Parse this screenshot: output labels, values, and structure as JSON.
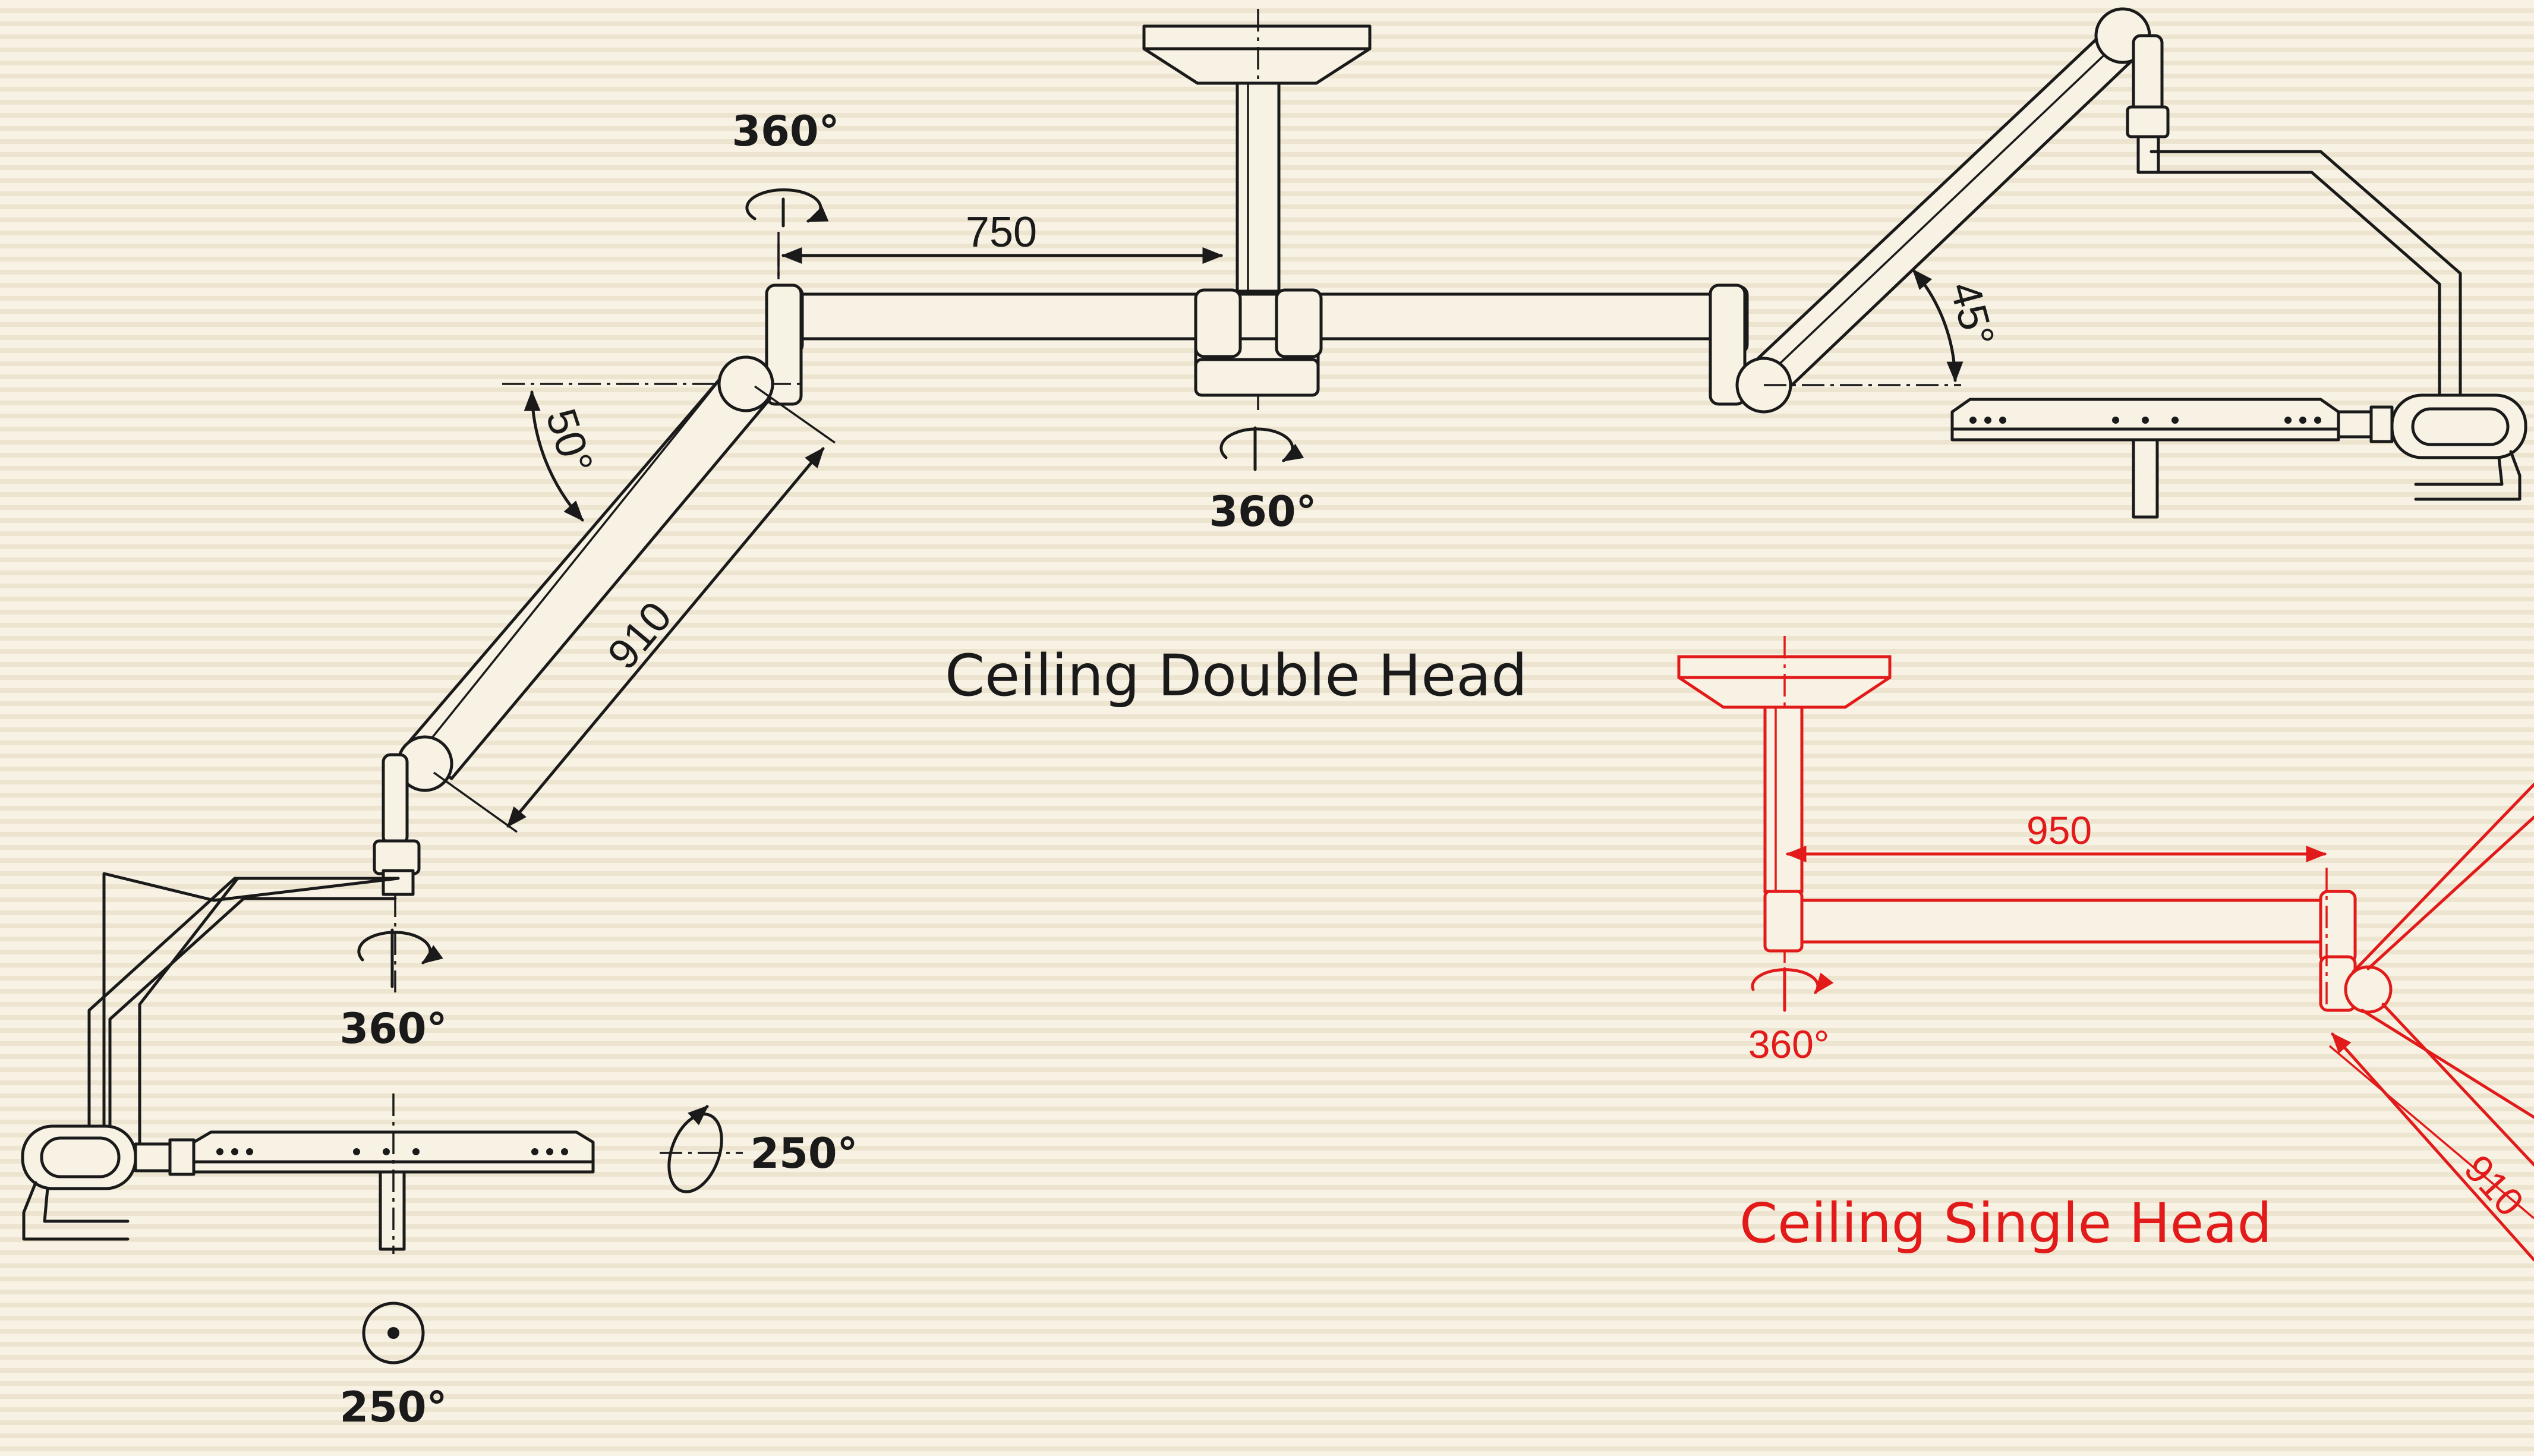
{
  "titles": {
    "double_head": "Ceiling Double Head",
    "single_head": "Ceiling Single Head"
  },
  "dimensions": {
    "double_arm_length": "750",
    "double_spring_arm_length": "910",
    "single_arm_length": "950",
    "single_spring_arm_length": "910"
  },
  "angles": {
    "double_left_joint": "360°",
    "double_center_column": "360°",
    "double_left_spring_arm": "50°",
    "double_right_spring_arm": "45°",
    "double_left_yoke": "360°",
    "double_left_head_tilt": "250°",
    "double_left_head_rotate": "250°",
    "single_column": "360°"
  },
  "colors": {
    "background": "#f7f2e4",
    "stripe": "#ece4cf",
    "line": "#1a1a1a",
    "single_head_accent": "#e21a1a"
  }
}
